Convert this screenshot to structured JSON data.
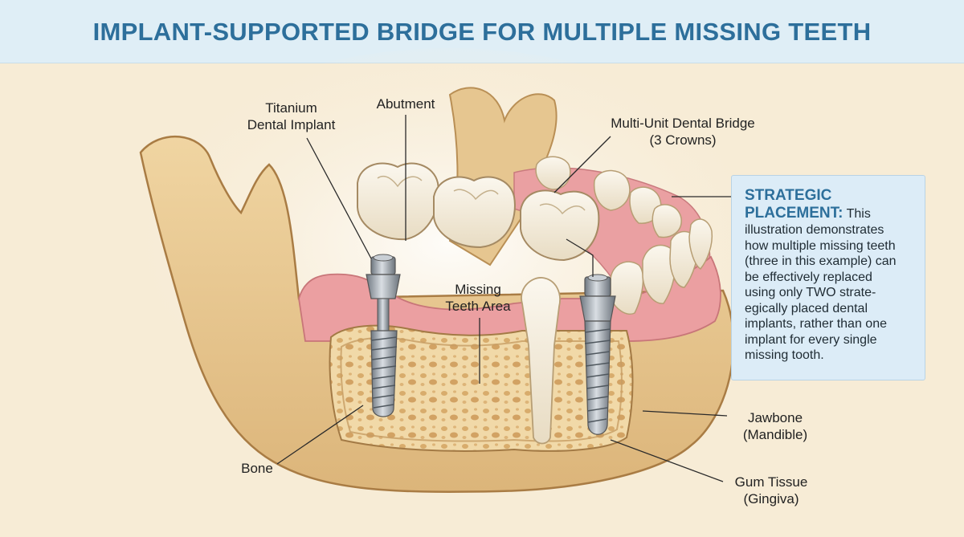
{
  "title": "IMPLANT-SUPPORTED BRIDGE FOR MULTIPLE MISSING TEETH",
  "labels": {
    "titanium_implant": [
      "Titanium",
      "Dental Implant"
    ],
    "abutment": "Abutment",
    "bridge": [
      "Multi-Unit Dental Bridge",
      "(3 Crowns)"
    ],
    "missing_teeth": [
      "Missing",
      "Teeth Area"
    ],
    "bone": "Bone",
    "jawbone": [
      "Jawbone",
      "(Mandible)"
    ],
    "gum": [
      "Gum Tissue",
      "(Gingiva)"
    ]
  },
  "info_box": {
    "heading_line1": "STRATEGIC",
    "heading_line2": "PLACEMENT:",
    "heading_tail": " This",
    "lines": [
      "illustration demonstrates",
      "how multiple missing teeth",
      "(three in this example) can",
      "be effectively replaced",
      "using only TWO strate-",
      "egically placed dental",
      "implants, rather than one",
      "implant for every single",
      "missing tooth."
    ]
  },
  "colors": {
    "title": "#2d6f9b",
    "header_bg": "#dfeef6",
    "bone": "#e9c98f",
    "bone_inner": "#f3dcae",
    "gum": "#e9979a",
    "tooth": "#f5efe2",
    "implant": "#9aa3ab"
  }
}
